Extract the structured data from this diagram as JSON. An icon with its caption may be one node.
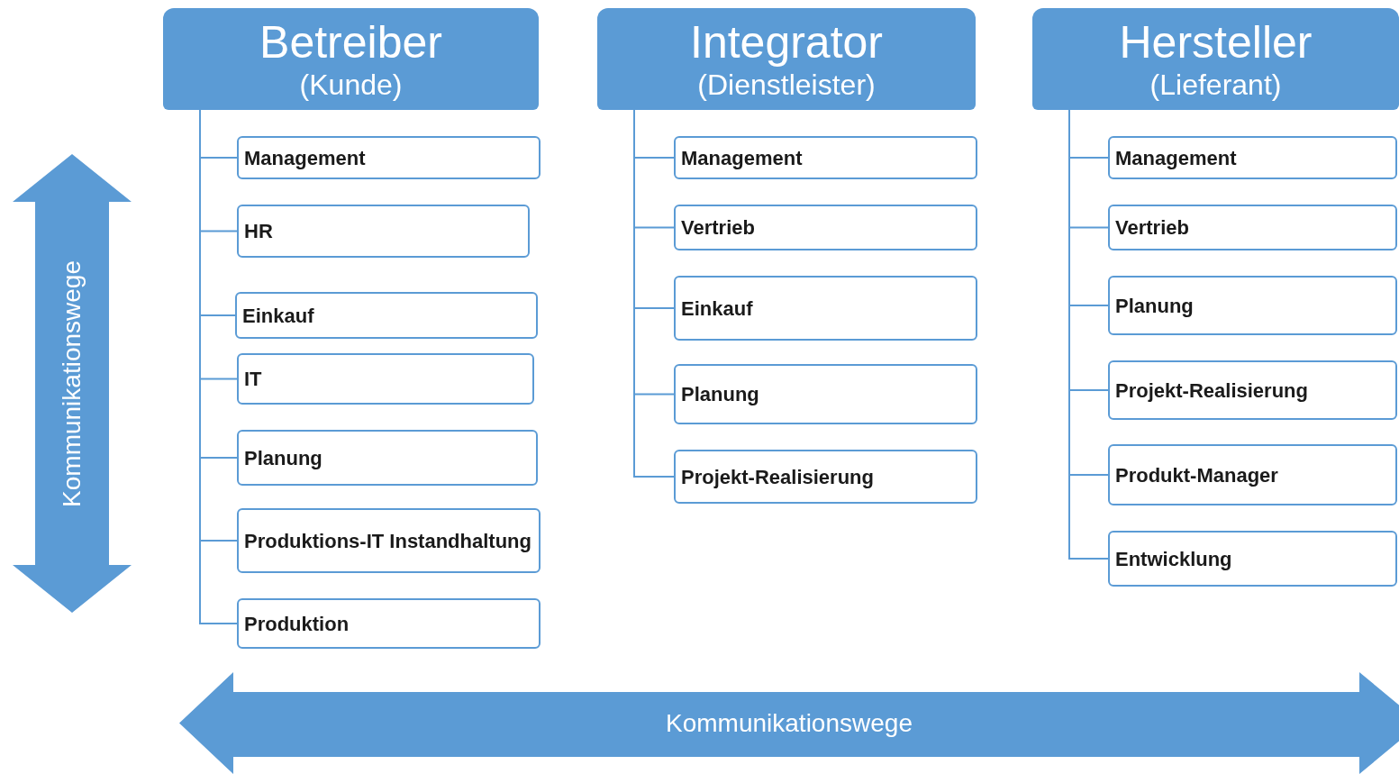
{
  "diagram": {
    "nodes": [
      {
        "text": [
          "Betreiber",
          "(Kunde)"
        ]
      },
      {
        "text": [
          "Management"
        ]
      },
      {
        "text": [
          "HR"
        ]
      },
      {
        "text": [
          "Einkauf"
        ]
      },
      {
        "text": [
          "IT"
        ]
      },
      {
        "text": [
          "Planung"
        ]
      },
      {
        "text": [
          "Produktions-IT Instandhaltung"
        ]
      },
      {
        "text": [
          "Produktion"
        ]
      },
      {
        "text": [
          "Integrator",
          "(Dienstleister)"
        ]
      },
      {
        "text": [
          "Management"
        ]
      },
      {
        "text": [
          "Vertrieb"
        ]
      },
      {
        "text": [
          "Einkauf"
        ]
      },
      {
        "text": [
          "Planung"
        ]
      },
      {
        "text": [
          "Projekt-Realisierung"
        ]
      },
      {
        "text": [
          "Hersteller",
          "(Lieferant)"
        ]
      },
      {
        "text": [
          "Management"
        ]
      },
      {
        "text": [
          "Vertrieb"
        ]
      },
      {
        "text": [
          "Planung"
        ]
      },
      {
        "text": [
          "Projekt-Realisierung"
        ]
      },
      {
        "text": [
          "Produkt-Manager"
        ]
      },
      {
        "text": [
          "Entwicklung"
        ]
      },
      {
        "text": [
          "Kommunikationswege"
        ]
      },
      {
        "text": [
          "Kommunikationswege"
        ]
      }
    ],
    "edges": [
      {
        "from": 0,
        "to": 1,
        "arrow": "none"
      },
      {
        "from": 0,
        "to": 2,
        "arrow": "none"
      },
      {
        "from": 0,
        "to": 3,
        "arrow": "none"
      },
      {
        "from": 0,
        "to": 4,
        "arrow": "none"
      },
      {
        "from": 0,
        "to": 5,
        "arrow": "none"
      },
      {
        "from": 0,
        "to": 6,
        "arrow": "none"
      },
      {
        "from": 0,
        "to": 7,
        "arrow": "none"
      },
      {
        "from": 8,
        "to": 9,
        "arrow": "none"
      },
      {
        "from": 8,
        "to": 10,
        "arrow": "none"
      },
      {
        "from": 8,
        "to": 11,
        "arrow": "none"
      },
      {
        "from": 8,
        "to": 12,
        "arrow": "none"
      },
      {
        "from": 8,
        "to": 13,
        "arrow": "none"
      },
      {
        "from": 14,
        "to": 15,
        "arrow": "none"
      },
      {
        "from": 14,
        "to": 16,
        "arrow": "none"
      },
      {
        "from": 14,
        "to": 17,
        "arrow": "none"
      },
      {
        "from": 14,
        "to": 18,
        "arrow": "none"
      },
      {
        "from": 14,
        "to": 19,
        "arrow": "none"
      },
      {
        "from": 14,
        "to": 20,
        "arrow": "none"
      }
    ]
  }
}
